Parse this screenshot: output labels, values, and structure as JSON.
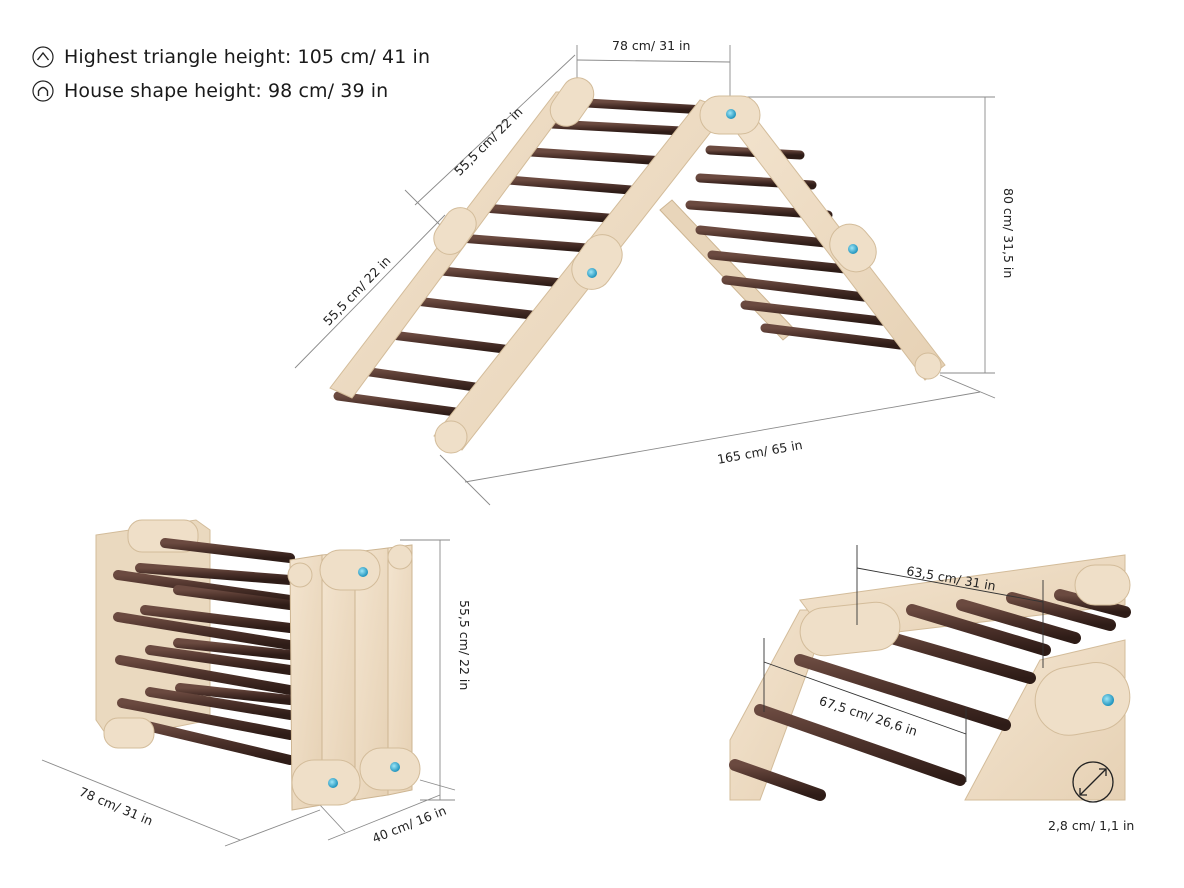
{
  "legend": {
    "items": [
      {
        "icon": "triangle-shape-icon",
        "label": "Highest triangle height: 105 cm/ 41 in"
      },
      {
        "icon": "house-shape-icon",
        "label": "House shape height: 98 cm/ 39 in"
      }
    ]
  },
  "views": {
    "triangle": {
      "top_width": "78 cm/ 31 in",
      "upper_side": "55,5 cm/ 22 in",
      "lower_side": "55,5 cm/ 22 in",
      "height": "80 cm/ 31,5 in",
      "base_length": "165 cm/ 65 in"
    },
    "box": {
      "height": "55,5 cm/ 22 in",
      "length": "78 cm/ 31 in",
      "depth": "40 cm/ 16 in"
    },
    "closeup": {
      "inner_rung_width": "63,5 cm/ 31 in",
      "outer_rung_width": "67,5 cm/ 26,6 in",
      "rung_diameter": "2,8 cm/ 1,1 in",
      "diameter_icon": "diameter-icon"
    }
  },
  "colors": {
    "wood": "#eedcc4",
    "wood_edge": "#d9c3a3",
    "rung": "#4a3029",
    "bolt": "#3fb6d8",
    "line": "#7a7a7a",
    "text": "#1a1a1a"
  }
}
